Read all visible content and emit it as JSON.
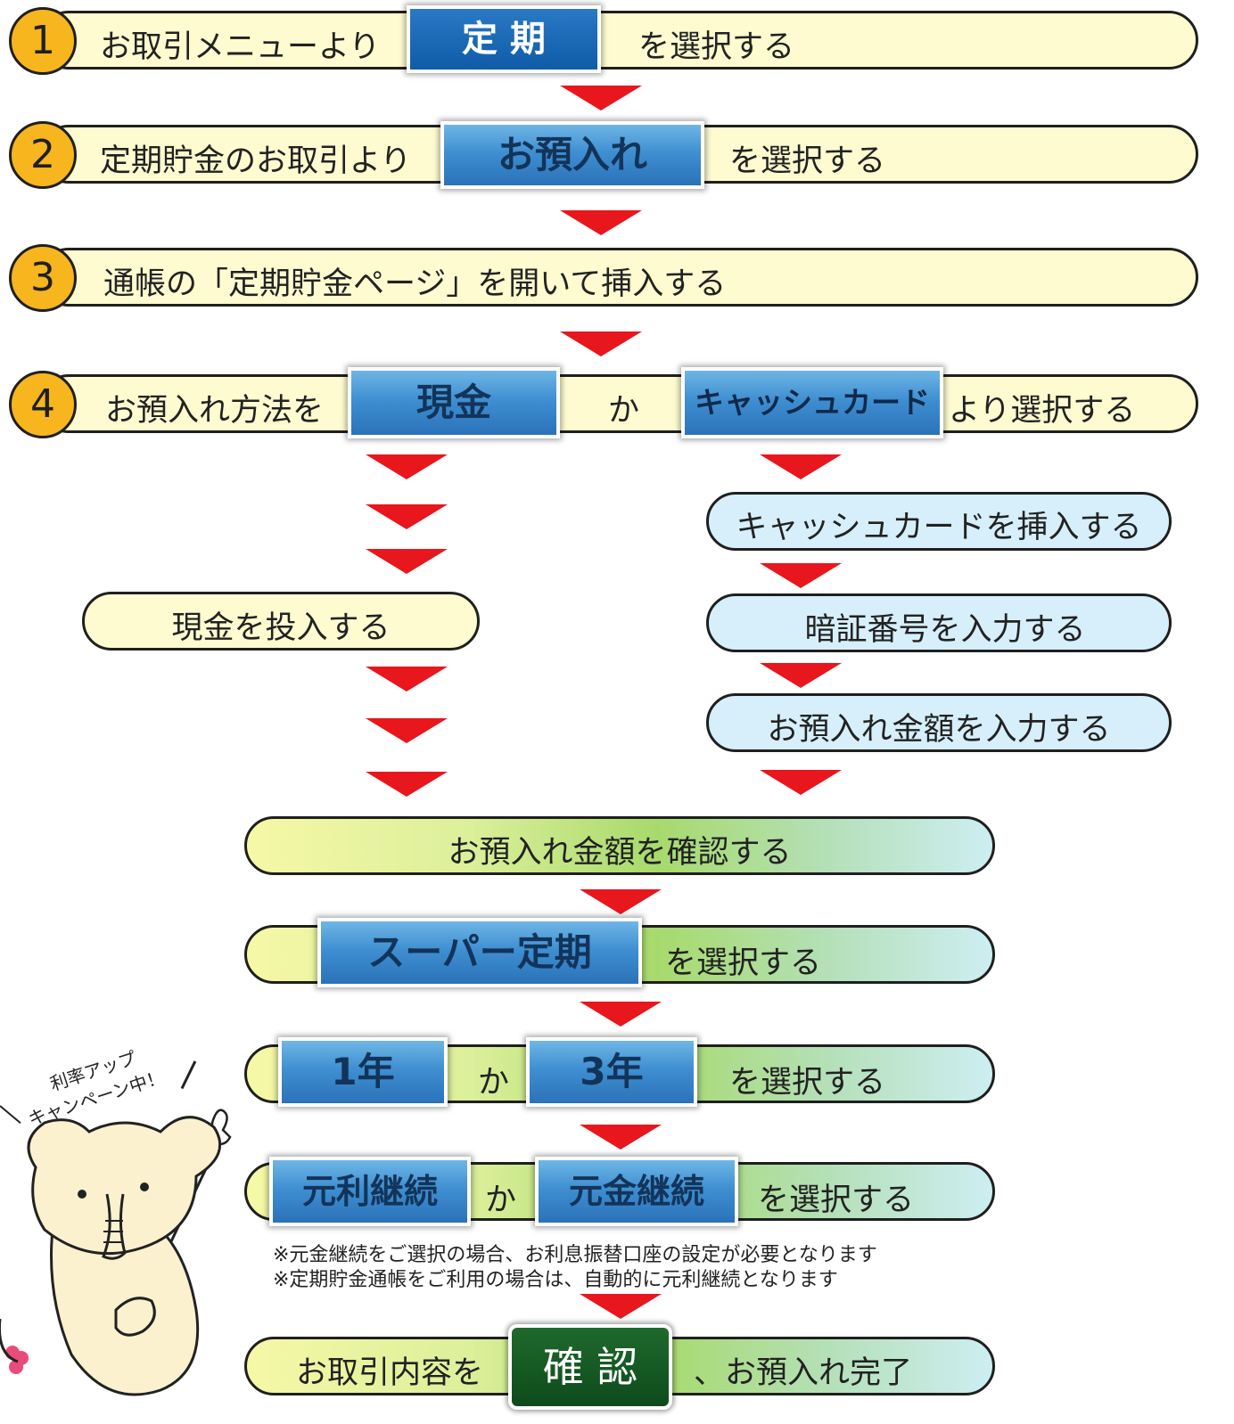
{
  "steps": {
    "s1": {
      "num": "1",
      "pre": "お取引メニューより",
      "btn": "定 期",
      "post": "を選択する"
    },
    "s2": {
      "num": "2",
      "pre": "定期貯金のお取引より",
      "btn": "お預入れ",
      "post": "を選択する"
    },
    "s3": {
      "num": "3",
      "text": "通帳の「定期貯金ページ」を開いて挿入する"
    },
    "s4": {
      "num": "4",
      "pre": "お預入れ方法を",
      "btn_cash": "現金",
      "mid": "か",
      "btn_card": "キャッシュカード",
      "post": "より選択する"
    }
  },
  "cash_branch": {
    "deposit_cash": "現金を投入する"
  },
  "card_branch": {
    "insert_card": "キャッシュカードを挿入する",
    "enter_pin": "暗証番号を入力する",
    "enter_amount": "お預入れ金額を入力する"
  },
  "confirm_amount": "お預入れ金額を確認する",
  "super_teiki": {
    "btn": "スーパー定期",
    "post": "を選択する"
  },
  "term": {
    "btn1": "1年",
    "mid": "か",
    "btn2": "3年",
    "post": "を選択する"
  },
  "continuation": {
    "btn1": "元利継続",
    "mid": "か",
    "btn2": "元金継続",
    "post": "を選択する"
  },
  "notes": [
    "※元金継続をご選択の場合、お利息振替口座の設定が必要となります",
    "※定期貯金通帳をご利用の場合は、自動的に元利継続となります"
  ],
  "final": {
    "pre": "お取引内容を",
    "btn": "確 認",
    "post": "、お預入れ完了"
  },
  "mascot": {
    "bubble_line1": "利率アップ",
    "bubble_line2": "キャンペーン中！"
  },
  "colors": {
    "arrow": "#e8161d",
    "number_badge": "#f7b51e",
    "step_fill": "#fdfbcf",
    "card_fill": "#d6effb",
    "button_blue": "#3f8fd1",
    "confirm_green": "#0e4a1c"
  }
}
